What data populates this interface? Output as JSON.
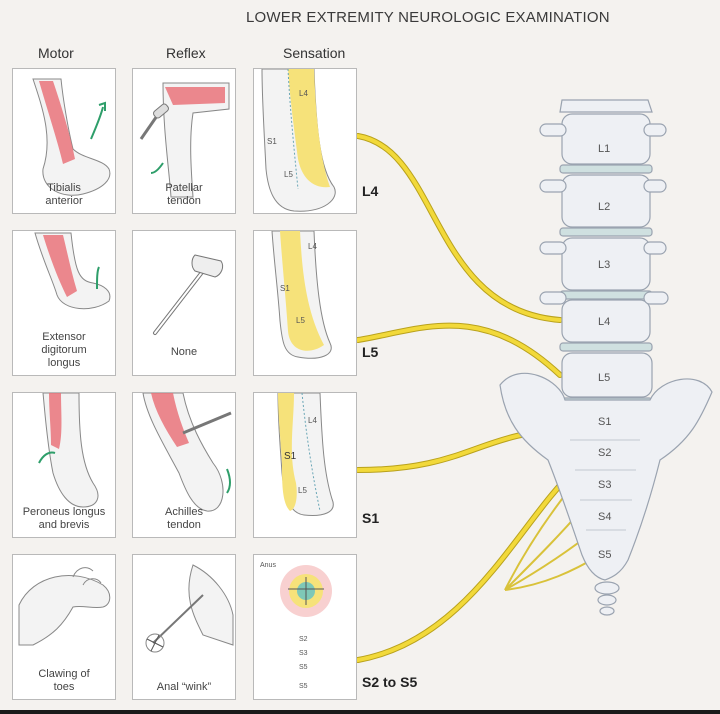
{
  "title": "LOWER EXTREMITY NEUROLOGIC EXAMINATION",
  "columns": {
    "motor": "Motor",
    "reflex": "Reflex",
    "sensation": "Sensation"
  },
  "rows": [
    {
      "level": "L4",
      "motor": [
        "Tibialis",
        "anterior"
      ],
      "reflex": [
        "Patellar",
        "tendon"
      ],
      "sensation_labels": [
        "L4",
        "S1",
        "L5"
      ]
    },
    {
      "level": "L5",
      "motor": [
        "Extensor",
        "digitorum",
        "longus"
      ],
      "reflex": [
        "None"
      ],
      "sensation_labels": [
        "L4",
        "S1",
        "L5"
      ]
    },
    {
      "level": "S1",
      "motor": [
        "Peroneus longus",
        "and brevis"
      ],
      "reflex": [
        "Achilles",
        "tendon"
      ],
      "sensation_labels": [
        "S1",
        "L4",
        "L5"
      ]
    },
    {
      "level": "S2 to S5",
      "motor": [
        "Clawing of",
        "toes"
      ],
      "reflex": [
        "Anal “wink”"
      ],
      "sensation_labels": [
        "Anus",
        "S2",
        "S3",
        "S5",
        "S5"
      ]
    }
  ],
  "vertebrae": [
    "L1",
    "L2",
    "L3",
    "L4",
    "L5"
  ],
  "sacral": [
    "S1",
    "S2",
    "S3",
    "S4",
    "S5"
  ],
  "colors": {
    "nerve": "#f2d93a",
    "nerve_stroke": "#b9a21c",
    "muscle": "#e9737a",
    "dermatome": "#f6e27a",
    "bone": "#eef0f4"
  }
}
